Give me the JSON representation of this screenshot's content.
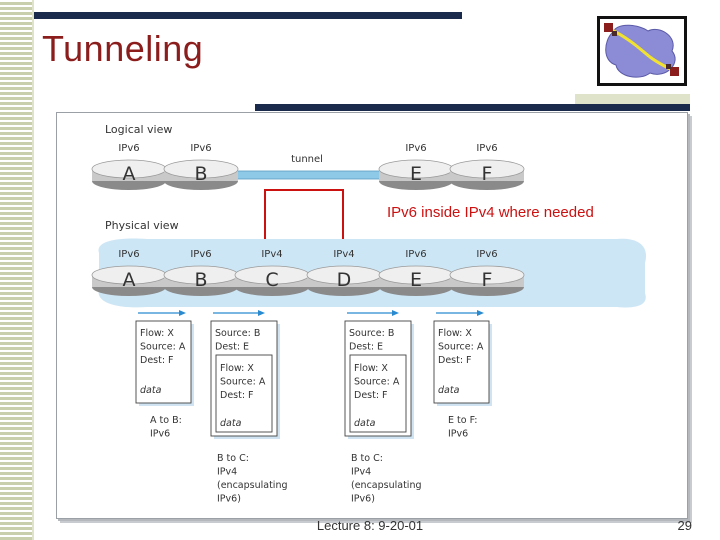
{
  "title": "Tunneling",
  "callout": "IPv6 inside IPv4 where needed",
  "footer": {
    "text": "Lecture 8: 9-20-01",
    "page": "29"
  },
  "colors": {
    "title": "#8b1d1d",
    "bars": "#1a2a4c",
    "callout": "#cc1111",
    "tunnel": "#8fc9e8",
    "cloud": "#cde6f5"
  },
  "logical_view": {
    "label": "Logical view",
    "tunnel_label": "tunnel",
    "routers": [
      {
        "name": "A",
        "type": "IPv6"
      },
      {
        "name": "B",
        "type": "IPv6"
      },
      {
        "name": "E",
        "type": "IPv6"
      },
      {
        "name": "F",
        "type": "IPv6"
      }
    ]
  },
  "physical_view": {
    "label": "Physical view",
    "routers": [
      {
        "name": "A",
        "type": "IPv6"
      },
      {
        "name": "B",
        "type": "IPv6"
      },
      {
        "name": "C",
        "type": "IPv4"
      },
      {
        "name": "D",
        "type": "IPv4"
      },
      {
        "name": "E",
        "type": "IPv6"
      },
      {
        "name": "F",
        "type": "IPv6"
      }
    ]
  },
  "packets": [
    {
      "lines": [
        "Flow: X",
        "Source: A",
        "Dest: F"
      ],
      "data": "data",
      "caption": [
        "A to B:",
        "IPv6"
      ]
    },
    {
      "outer": [
        "Source: B",
        "Dest: E"
      ],
      "inner": [
        "Flow: X",
        "Source: A",
        "Dest: F"
      ],
      "data": "data",
      "caption": [
        "B to C:",
        "IPv4",
        "(encapsulating",
        "IPv6)"
      ]
    },
    {
      "outer": [
        "Source: B",
        "Dest: E"
      ],
      "inner": [
        "Flow: X",
        "Source: A",
        "Dest: F"
      ],
      "data": "data",
      "caption": [
        "B to C:",
        "IPv4",
        "(encapsulating",
        "IPv6)"
      ]
    },
    {
      "lines": [
        "Flow: X",
        "Source: A",
        "Dest: F"
      ],
      "data": "data",
      "caption": [
        "E to F:",
        "IPv6"
      ]
    }
  ]
}
